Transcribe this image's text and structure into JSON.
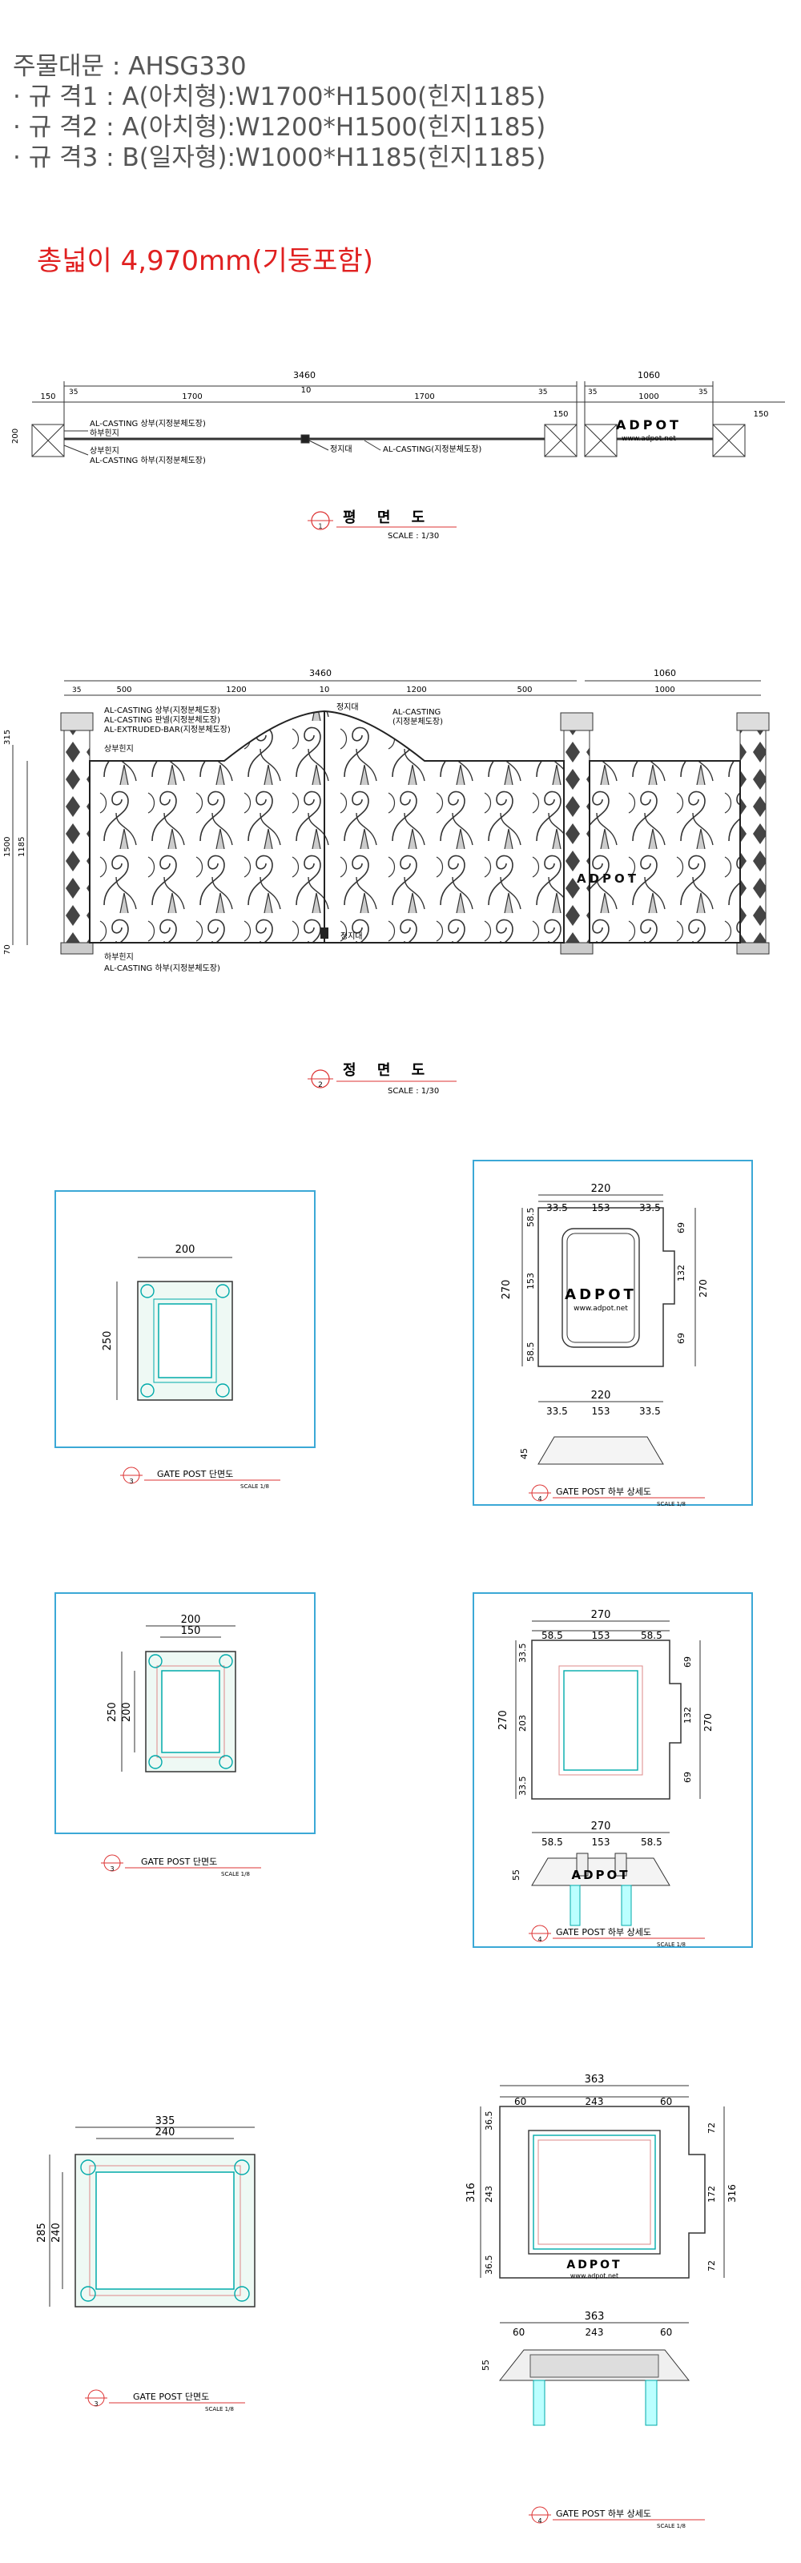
{
  "header": {
    "order_line": "주물대문 : AHSG330",
    "spec1": "· 규 격1 : A(아치형):W1700*H1500(힌지1185)",
    "spec2": "· 규 격2 : A(아치형):W1200*H1500(힌지1185)",
    "spec3": "· 규 격3 : B(일자형):W1000*H1185(힌지1185)"
  },
  "total_width": "총넓이 4,970mm(기둥포함)",
  "brand": {
    "logo": "ADPOT",
    "url": "www.adpot.net"
  },
  "plan": {
    "title": "평 면 도",
    "scale": "SCALE : 1/30",
    "circle": "1",
    "dims": {
      "d3460": "3460",
      "d1060": "1060",
      "d150a": "150",
      "d1700a": "1700",
      "d10": "10",
      "d1700b": "1700",
      "d150b": "150",
      "d1000": "1000",
      "d150c": "150",
      "d35a": "35",
      "d35b": "35",
      "d35c": "35",
      "d35d": "35",
      "d200": "200"
    },
    "labels": {
      "upper": "AL-CASTING 상부(지정분체도장)",
      "lower_hinge": "하부힌지",
      "upper_hinge": "상부힌지",
      "lower": "AL-CASTING 하부(지정분체도장)",
      "stopper": "정지대",
      "mid": "AL-CASTING(지정분체도장)"
    }
  },
  "elevation": {
    "title": "정 면 도",
    "scale": "SCALE : 1/30",
    "circle": "2",
    "dims": {
      "d3460": "3460",
      "d1060": "1060",
      "d500a": "500",
      "d1200a": "1200",
      "d10": "10",
      "d1200b": "1200",
      "d500b": "500",
      "d1000": "1000",
      "d35": "35",
      "d315": "315",
      "d1500": "1500",
      "d1185": "1185",
      "d70": "70"
    },
    "labels": {
      "top": "AL-CASTING 상부(지정분체도장)",
      "panel": "AL-CASTING 판넬(지정분체도장)",
      "bar": "AL-EXTRUDED-BAR(지정분체도장)",
      "upper_hinge": "상부힌지",
      "stopper_top": "정지대",
      "casting": "AL-CASTING",
      "casting2": "(지정분체도장)",
      "lower_hinge": "하부힌지",
      "lower": "AL-CASTING 하부(지정분체도장)",
      "stopper": "정지대"
    }
  },
  "details": {
    "s1": {
      "circle": "3",
      "title": "GATE POST 단면도",
      "scale": "SCALE 1/8",
      "w": "200",
      "h": "250"
    },
    "s2": {
      "circle": "4",
      "title": "GATE POST 하부 상세도",
      "scale": "SCALE 1/8",
      "w": "220",
      "w_parts": [
        "33.5",
        "153",
        "33.5"
      ],
      "h": "270",
      "h_parts": [
        "58.5",
        "153",
        "58.5"
      ],
      "right_parts": [
        "69",
        "132",
        "69"
      ],
      "right_total": "270",
      "base_w": "220",
      "base_parts": [
        "33.5",
        "153",
        "33.5"
      ],
      "base_h": "45"
    },
    "s3": {
      "circle": "3",
      "title": "GATE POST 단면도",
      "scale": "SCALE 1/8",
      "w": "200",
      "w_inner": "150",
      "h": "250",
      "h_inner": "200"
    },
    "s4": {
      "circle": "4",
      "title": "GATE POST 하부 상세도",
      "scale": "SCALE 1/8",
      "w": "270",
      "w_parts": [
        "58.5",
        "153",
        "58.5"
      ],
      "h": "270",
      "h_parts": [
        "33.5",
        "203",
        "33.5"
      ],
      "right_parts": [
        "69",
        "132",
        "69"
      ],
      "right_total": "270",
      "base_w": "270",
      "base_parts": [
        "58.5",
        "153",
        "58.5"
      ],
      "base_h": "55"
    },
    "s5": {
      "circle": "3",
      "title": "GATE POST 단면도",
      "scale": "SCALE 1/8",
      "w": "335",
      "w_inner": "240",
      "h": "285",
      "h_inner": "240"
    },
    "s6": {
      "circle": "4",
      "title": "GATE POST 하부 상세도",
      "scale": "SCALE 1/8",
      "w": "363",
      "w_parts": [
        "60",
        "243",
        "60"
      ],
      "h": "316",
      "h_parts": [
        "36.5",
        "243",
        "36.5"
      ],
      "right_parts": [
        "72",
        "172",
        "72"
      ],
      "right_total": "316",
      "base_w": "363",
      "base_parts": [
        "60",
        "243",
        "60"
      ],
      "base_h": "55"
    }
  }
}
